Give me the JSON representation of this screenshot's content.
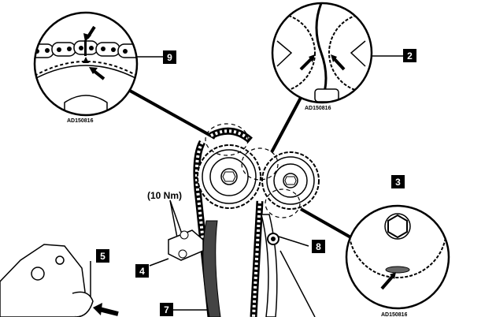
{
  "callouts": {
    "n2": "2",
    "n3": "3",
    "n4": "4",
    "n5": "5",
    "n7": "7",
    "n8": "8",
    "n9": "9"
  },
  "codes": {
    "detail_9": "AD150816",
    "detail_2": "AD150816",
    "detail_3": "AD150816"
  },
  "torque_spec": "(10 Nm)"
}
